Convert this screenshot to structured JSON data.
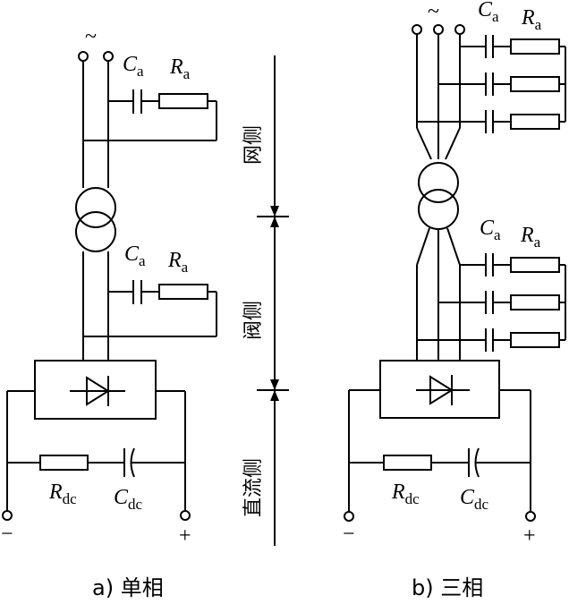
{
  "labels": {
    "ac_symbol": "~",
    "cap_a": "C",
    "cap_a_sub": "a",
    "res_a": "R",
    "res_a_sub": "a",
    "res_dc": "R",
    "res_dc_sub": "dc",
    "cap_dc": "C",
    "cap_dc_sub": "dc",
    "minus": "−",
    "plus": "+"
  },
  "sides": {
    "grid": "网侧",
    "valve": "阀侧",
    "dc": "直流侧"
  },
  "captions": {
    "single_phase": "a) 单相",
    "three_phase": "b) 三相"
  }
}
